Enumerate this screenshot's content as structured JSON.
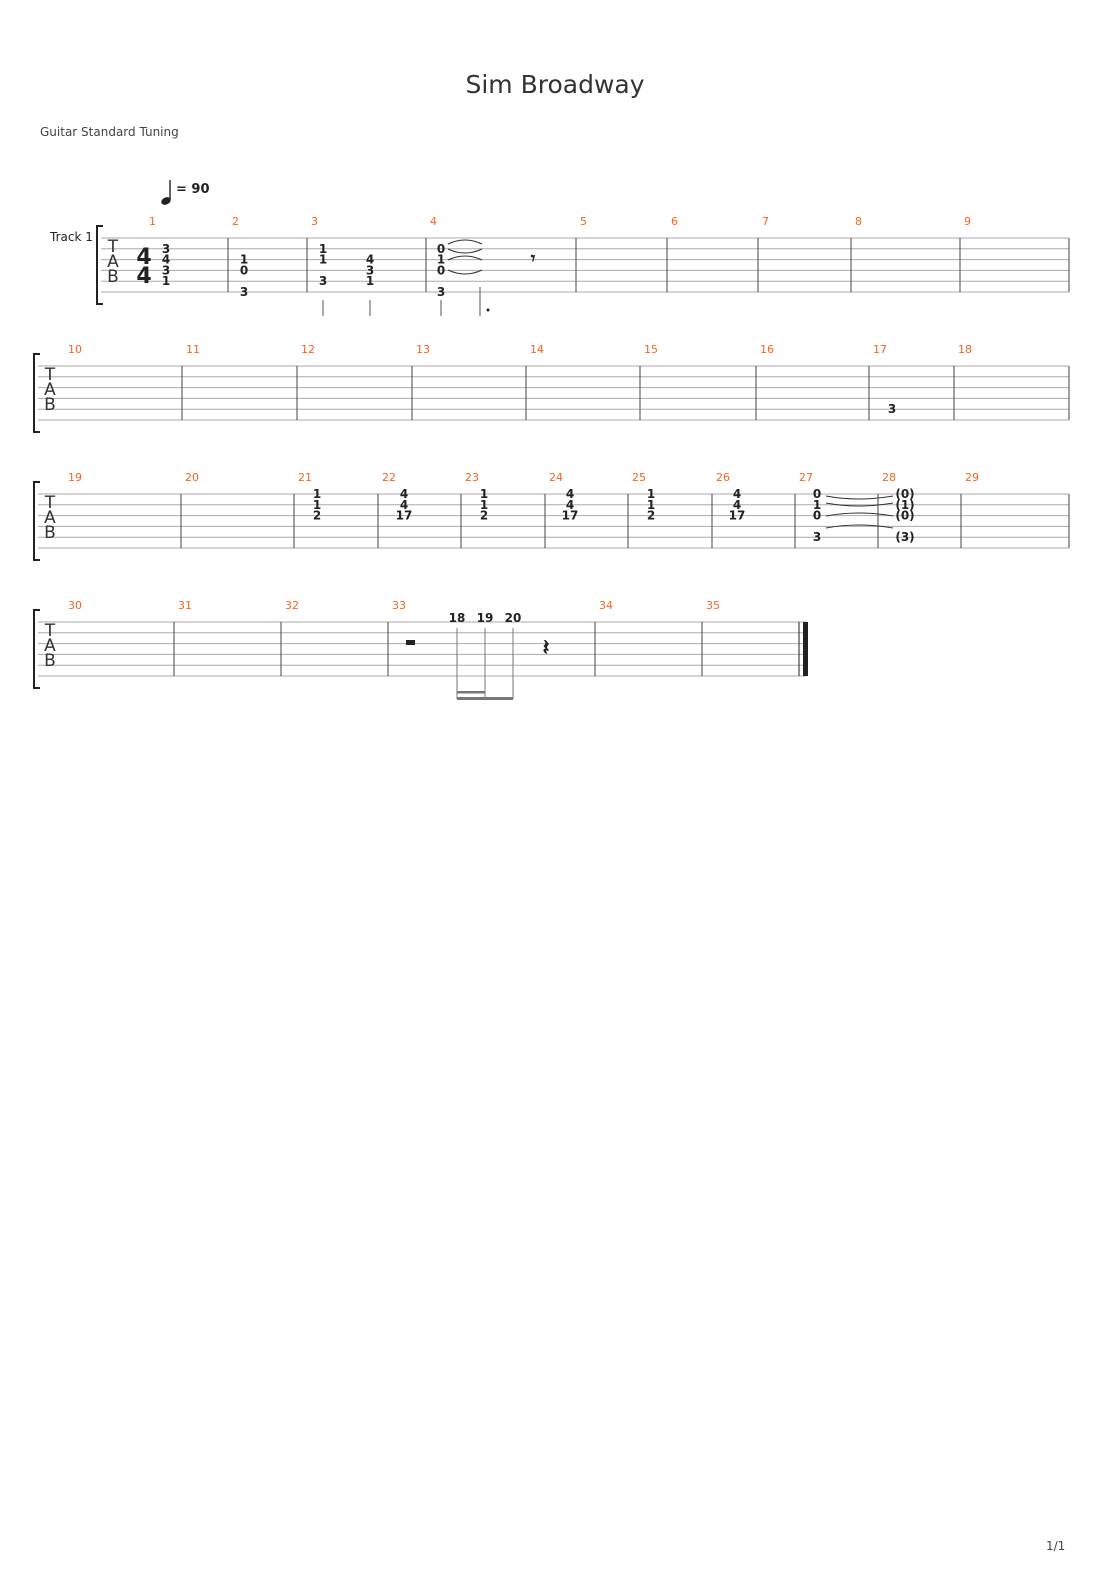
{
  "title": "Sim Broadway",
  "tuning": "Guitar Standard Tuning",
  "page": "1/1",
  "track_name": "Track 1",
  "tempo": "= 90",
  "time_signature": {
    "top": "4",
    "bottom": "4"
  },
  "tab_letters": [
    "T",
    "A",
    "B"
  ],
  "accent_color": "#f26522",
  "systems": [
    {
      "measures": [
        {
          "number": "1",
          "notes": [
            {
              "s": 1,
              "f": "3"
            },
            {
              "s": 2,
              "f": "4"
            },
            {
              "s": 3,
              "f": "3"
            },
            {
              "s": 4,
              "f": "1"
            }
          ]
        },
        {
          "number": "2",
          "notes": [
            {
              "s": 2,
              "f": "1"
            },
            {
              "s": 3,
              "f": "0"
            },
            {
              "s": 5,
              "f": "3"
            }
          ]
        },
        {
          "number": "3",
          "notes": [
            {
              "s": 1,
              "f": "1"
            },
            {
              "s": 2,
              "f": "1"
            },
            {
              "s": 4,
              "f": "3"
            },
            {
              "s": 2,
              "f": "4"
            },
            {
              "s": 3,
              "f": "3"
            },
            {
              "s": 4,
              "f": "1"
            }
          ]
        },
        {
          "number": "4",
          "notes": [
            {
              "s": 1,
              "f": "0"
            },
            {
              "s": 2,
              "f": "1"
            },
            {
              "s": 3,
              "f": "0"
            },
            {
              "s": 5,
              "f": "3"
            }
          ]
        },
        {
          "number": "5",
          "notes": []
        },
        {
          "number": "6",
          "notes": []
        },
        {
          "number": "7",
          "notes": []
        },
        {
          "number": "8",
          "notes": []
        },
        {
          "number": "9",
          "notes": []
        }
      ]
    },
    {
      "measures": [
        {
          "number": "10",
          "notes": []
        },
        {
          "number": "11",
          "notes": []
        },
        {
          "number": "12",
          "notes": []
        },
        {
          "number": "13",
          "notes": []
        },
        {
          "number": "14",
          "notes": []
        },
        {
          "number": "15",
          "notes": []
        },
        {
          "number": "16",
          "notes": []
        },
        {
          "number": "17",
          "notes": [
            {
              "s": 4,
              "f": "3"
            }
          ]
        },
        {
          "number": "18",
          "notes": []
        }
      ]
    },
    {
      "measures": [
        {
          "number": "19",
          "notes": []
        },
        {
          "number": "20",
          "notes": []
        },
        {
          "number": "21",
          "notes": [
            {
              "s": 0,
              "f": "1"
            },
            {
              "s": 1,
              "f": "1"
            },
            {
              "s": 2,
              "f": "2"
            }
          ]
        },
        {
          "number": "22",
          "notes": [
            {
              "s": 0,
              "f": "4"
            },
            {
              "s": 1,
              "f": "4"
            },
            {
              "s": 2,
              "f": "17"
            }
          ]
        },
        {
          "number": "23",
          "notes": [
            {
              "s": 0,
              "f": "1"
            },
            {
              "s": 1,
              "f": "1"
            },
            {
              "s": 2,
              "f": "2"
            }
          ]
        },
        {
          "number": "24",
          "notes": [
            {
              "s": 0,
              "f": "4"
            },
            {
              "s": 1,
              "f": "4"
            },
            {
              "s": 2,
              "f": "17"
            }
          ]
        },
        {
          "number": "25",
          "notes": [
            {
              "s": 0,
              "f": "1"
            },
            {
              "s": 1,
              "f": "1"
            },
            {
              "s": 2,
              "f": "2"
            }
          ]
        },
        {
          "number": "26",
          "notes": [
            {
              "s": 0,
              "f": "4"
            },
            {
              "s": 1,
              "f": "4"
            },
            {
              "s": 2,
              "f": "17"
            }
          ]
        },
        {
          "number": "27",
          "notes": [
            {
              "s": 0,
              "f": "0"
            },
            {
              "s": 1,
              "f": "1"
            },
            {
              "s": 2,
              "f": "0"
            },
            {
              "s": 4,
              "f": "3"
            }
          ]
        },
        {
          "number": "28",
          "notes": [
            {
              "s": 0,
              "f": "(0)"
            },
            {
              "s": 1,
              "f": "(1)"
            },
            {
              "s": 2,
              "f": "(0)"
            },
            {
              "s": 4,
              "f": "(3)"
            }
          ]
        },
        {
          "number": "29",
          "notes": []
        }
      ]
    },
    {
      "measures": [
        {
          "number": "30",
          "notes": []
        },
        {
          "number": "31",
          "notes": []
        },
        {
          "number": "32",
          "notes": []
        },
        {
          "number": "33",
          "notes": [
            {
              "s": -1,
              "f": "18"
            },
            {
              "s": -1,
              "f": "19"
            },
            {
              "s": -1,
              "f": "20"
            }
          ]
        },
        {
          "number": "34",
          "notes": []
        },
        {
          "number": "35",
          "notes": []
        }
      ]
    }
  ]
}
